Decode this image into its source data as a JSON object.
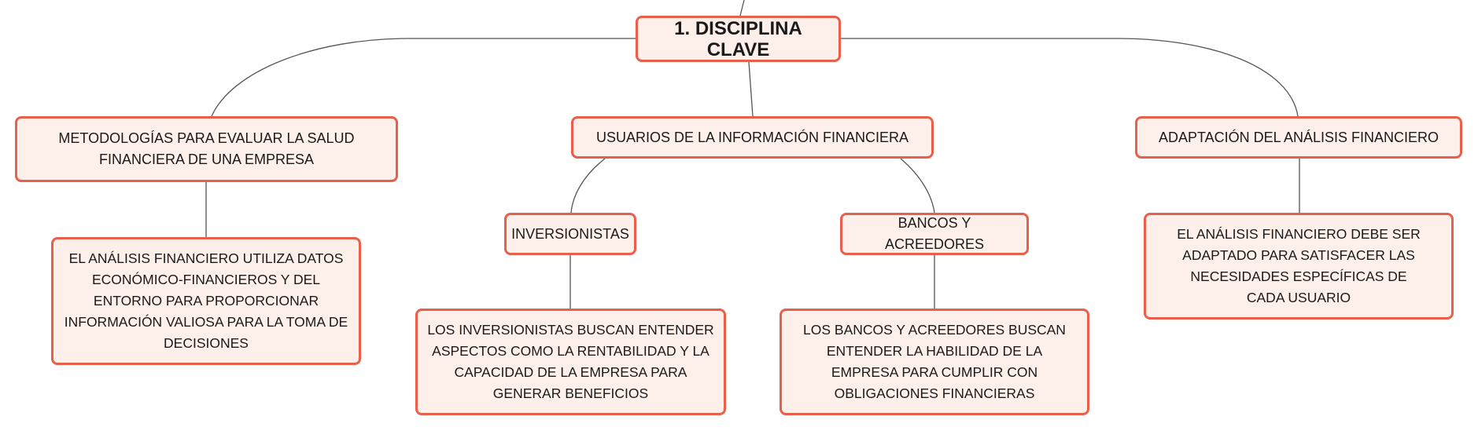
{
  "colors": {
    "border": "#e8604c",
    "fill": "#fdf0ea",
    "connector": "#555555"
  },
  "root": {
    "label": "1. DISCIPLINA CLAVE"
  },
  "branches": [
    {
      "label": "METODOLOGÍAS PARA EVALUAR LA SALUD FINANCIERA DE UNA EMPRESA",
      "detail": "EL ANÁLISIS FINANCIERO UTILIZA DATOS ECONÓMICO-FINANCIEROS Y DEL ENTORNO PARA PROPORCIONAR INFORMACIÓN VALIOSA PARA LA TOMA DE DECISIONES"
    },
    {
      "label": "USUARIOS DE LA INFORMACIÓN FINANCIERA",
      "children": [
        {
          "label": "INVERSIONISTAS",
          "detail": "LOS INVERSIONISTAS BUSCAN ENTENDER ASPECTOS COMO LA RENTABILIDAD Y LA CAPACIDAD DE LA EMPRESA PARA GENERAR BENEFICIOS"
        },
        {
          "label": "BANCOS Y ACREEDORES",
          "detail": "LOS BANCOS Y ACREEDORES BUSCAN ENTENDER LA HABILIDAD DE LA EMPRESA PARA CUMPLIR CON OBLIGACIONES FINANCIERAS"
        }
      ]
    },
    {
      "label": "ADAPTACIÓN DEL ANÁLISIS FINANCIERO",
      "detail": "EL ANÁLISIS FINANCIERO DEBE SER ADAPTADO PARA SATISFACER LAS NECESIDADES ESPECÍFICAS DE CADA USUARIO"
    }
  ]
}
